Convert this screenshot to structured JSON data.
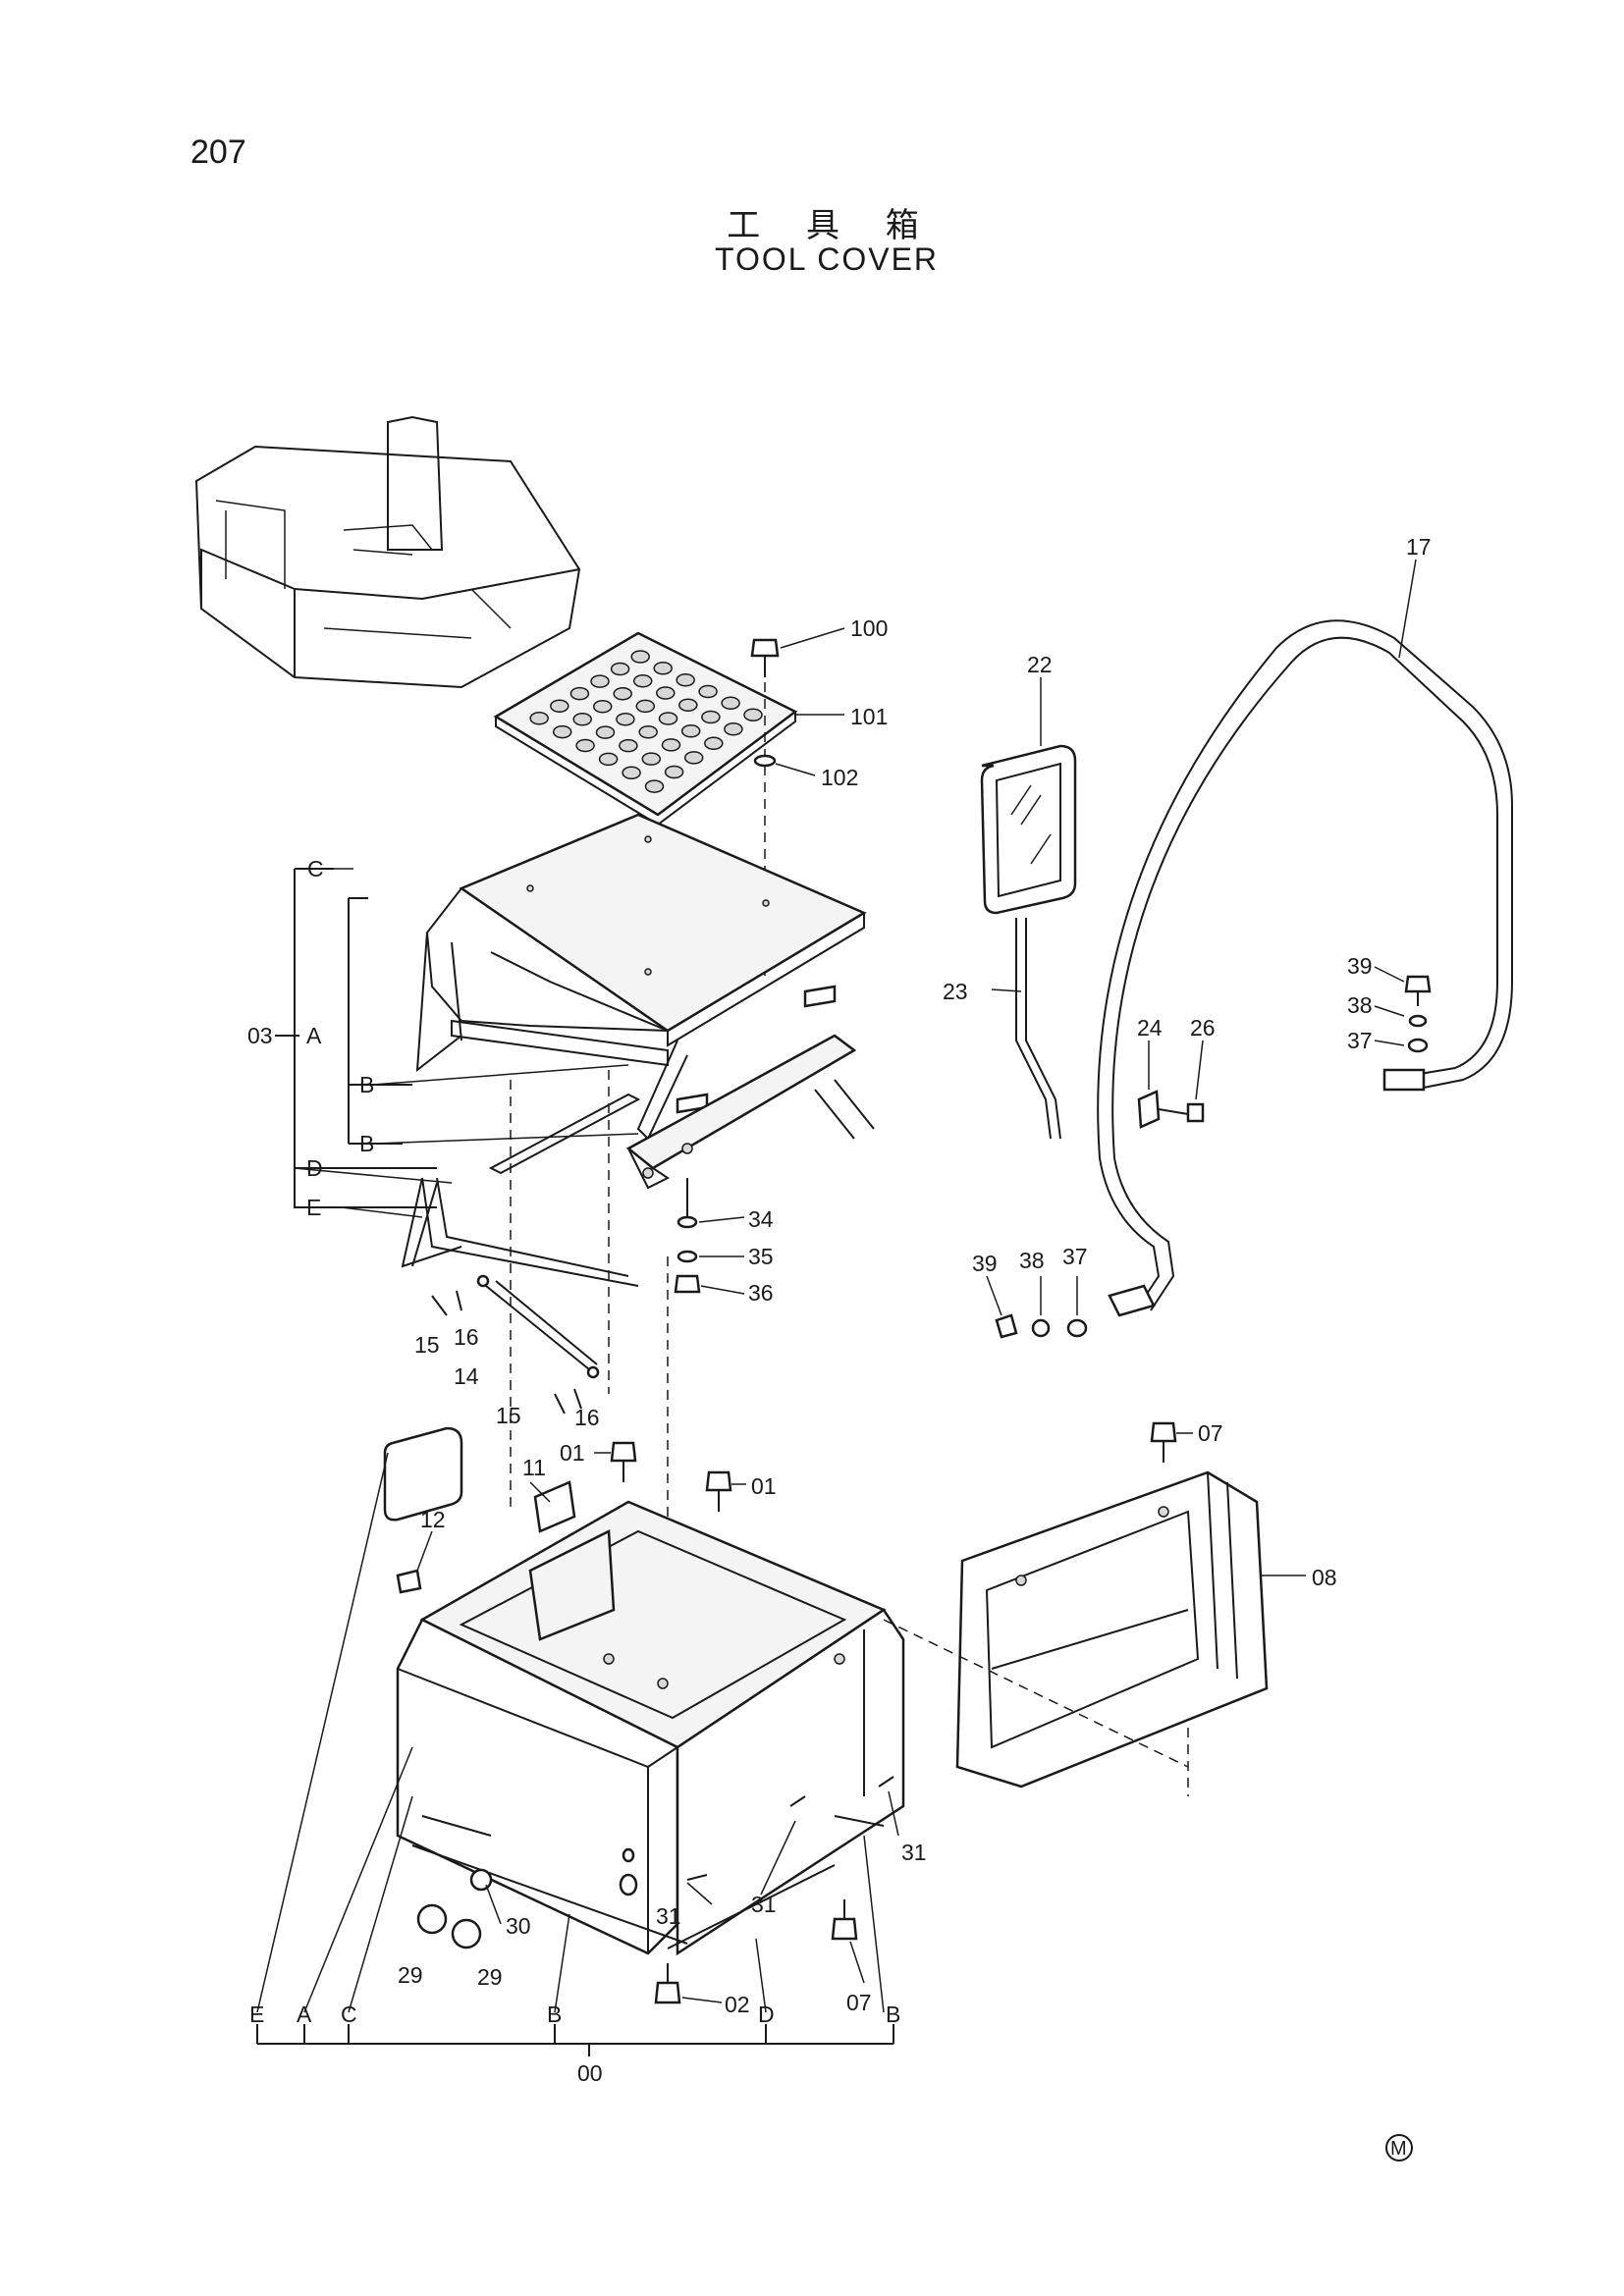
{
  "page": {
    "number": "207"
  },
  "title": {
    "cjk": "工 具 箱",
    "en": "TOOL COVER"
  },
  "callouts": {
    "p100": "100",
    "p101": "101",
    "p102": "102",
    "p22": "22",
    "p23": "23",
    "p17": "17",
    "p24": "24",
    "p26": "26",
    "p39a": "39",
    "p38a": "38",
    "p37a": "37",
    "p39b": "39",
    "p38b": "38",
    "p37b": "37",
    "p34": "34",
    "p35": "35",
    "p36": "36",
    "p15a": "15",
    "p16a": "16",
    "p14": "14",
    "p15b": "15",
    "p16b": "16",
    "p01a": "01",
    "p01b": "01",
    "p11": "11",
    "p12": "12",
    "p07a": "07",
    "p08": "08",
    "p31a": "31",
    "p31b": "31",
    "p31c": "31",
    "p30": "30",
    "p29a": "29",
    "p29b": "29",
    "p02": "02",
    "p07b": "07",
    "p03": "03",
    "p00": "00"
  },
  "group_letters": {
    "C_top": "C",
    "A_top": "A",
    "B_top1": "B",
    "B_top2": "B",
    "D_top": "D",
    "E_top": "E",
    "E_bot": "E",
    "A_bot": "A",
    "C_bot": "C",
    "B_bot1": "B",
    "D_bot": "D",
    "B_bot2": "B"
  },
  "corner_mark": "M"
}
